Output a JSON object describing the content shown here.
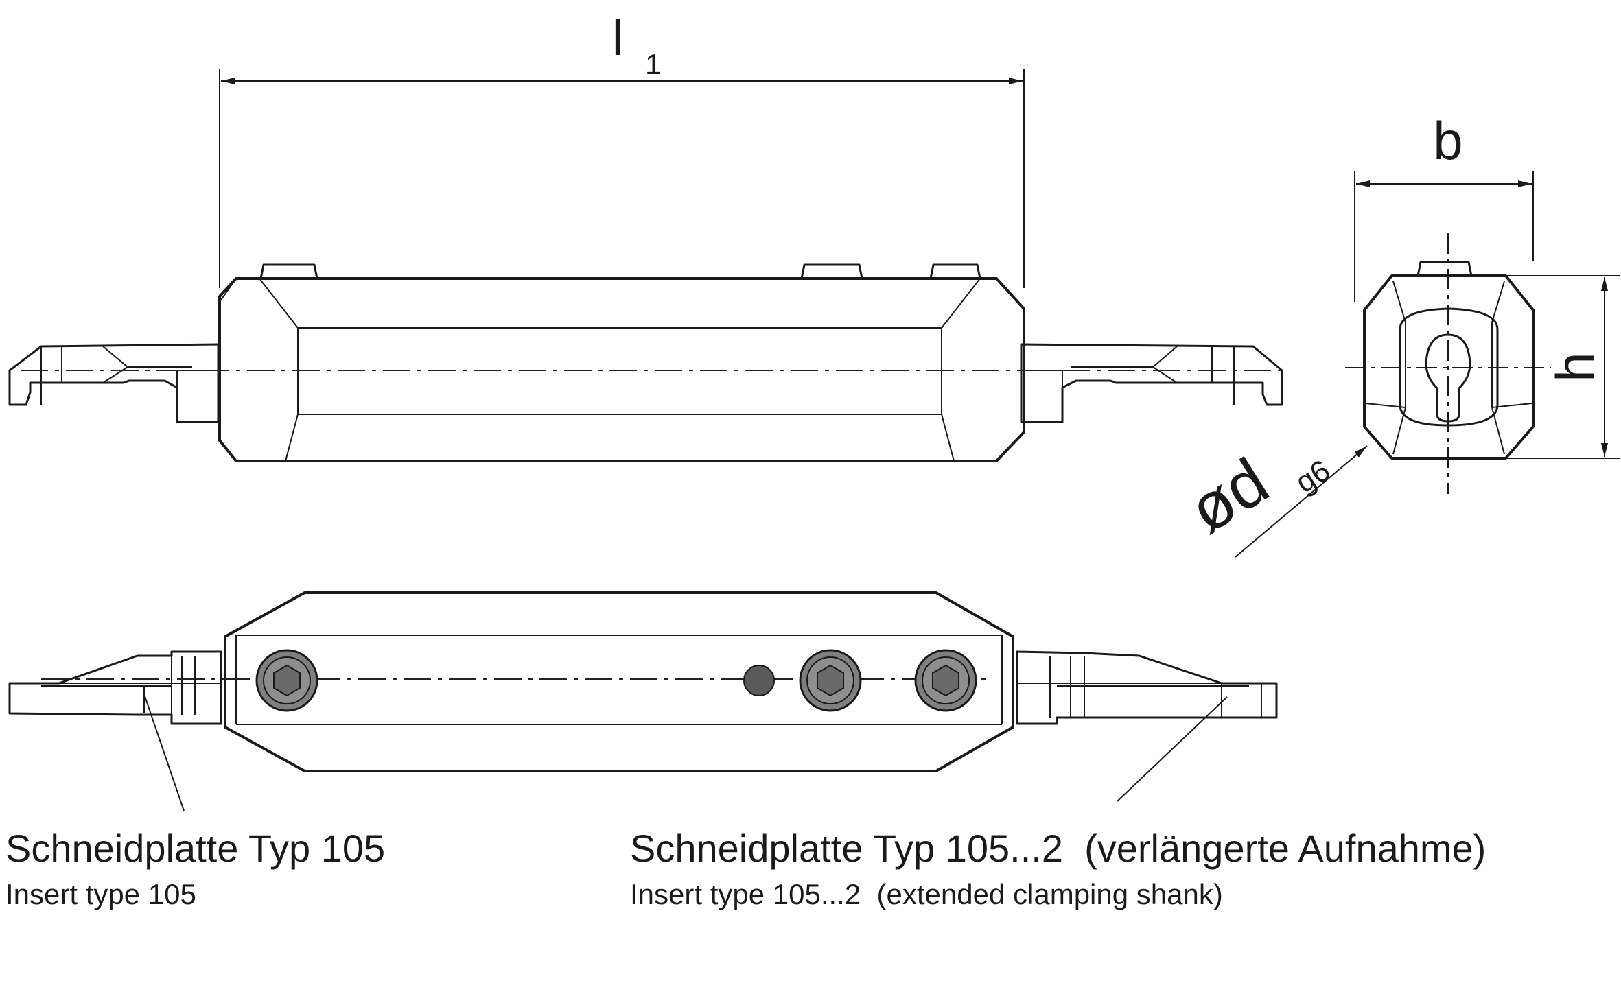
{
  "dimensions": {
    "length": {
      "main": "l",
      "sub": "1"
    },
    "width": "b",
    "height": "h",
    "diameter": {
      "symbol": "ø",
      "main": "d",
      "tolerance": "g6"
    }
  },
  "captions": {
    "left": {
      "de": "Schneidplatte Typ 105",
      "en": "Insert type 105"
    },
    "right": {
      "de": "Schneidplatte Typ 105...2  (verlängerte Aufnahme)",
      "en": "Insert type 105...2  (extended clamping shank)"
    }
  },
  "colors": {
    "holder_body": "#9a9a9a",
    "insert": "#f4ec1e",
    "lines": "#1a1a1a"
  }
}
